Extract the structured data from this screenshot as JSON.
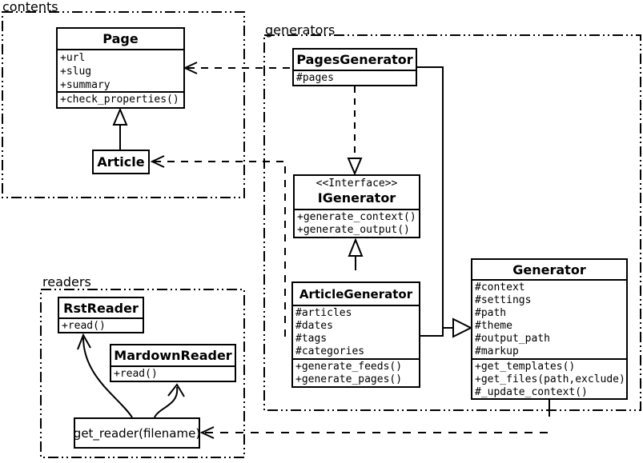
{
  "diagram": {
    "packages": {
      "contents": "contents",
      "generators": "generators",
      "readers": "readers"
    },
    "classes": {
      "page": {
        "title": "Page",
        "attributes": [
          "+url",
          "+slug",
          "+summary"
        ],
        "methods": [
          "+check_properties()"
        ]
      },
      "article": {
        "title": "Article"
      },
      "pages_generator": {
        "title": "PagesGenerator",
        "attributes": [
          "#pages"
        ]
      },
      "igenerator": {
        "stereotype": "<<Interface>>",
        "title": "IGenerator",
        "methods": [
          "+generate_context()",
          "+generate_output()"
        ]
      },
      "article_generator": {
        "title": "ArticleGenerator",
        "attributes": [
          "#articles",
          "#dates",
          "#tags",
          "#categories"
        ],
        "methods": [
          "+generate_feeds()",
          "+generate_pages()"
        ]
      },
      "generator": {
        "title": "Generator",
        "attributes": [
          "#context",
          "#settings",
          "#path",
          "#theme",
          "#output_path",
          "#markup"
        ],
        "methods": [
          "+get_templates()",
          "+get_files(path,exclude)",
          "#_update_context()"
        ]
      },
      "rst_reader": {
        "title": "RstReader",
        "methods": [
          "+read()"
        ]
      },
      "mardown_reader": {
        "title": "MardownReader",
        "methods": [
          "+read()"
        ]
      }
    },
    "nodes": {
      "get_reader": "get_reader(filename)"
    },
    "colors": {
      "line": "#000000",
      "background": "#ffffff"
    }
  }
}
